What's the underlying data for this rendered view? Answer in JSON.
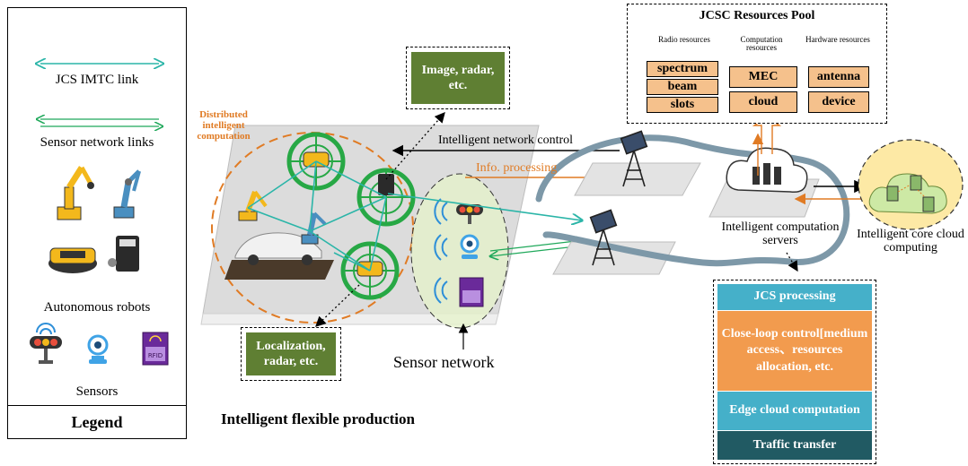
{
  "legend": {
    "jcs_link": "JCS IMTC link",
    "sensor_links": "Sensor network links",
    "autonomous_robots": "Autonomous robots",
    "sensors": "Sensors",
    "title": "Legend",
    "colors": {
      "jcs_link": "#2bb5a8",
      "sensor_link": "#1fa85a"
    }
  },
  "production": {
    "distributed_label": "Distributed intelligent computation",
    "image_box": "Image, radar, etc.",
    "localization_box": "Localization, radar, etc.",
    "sensor_network": "Sensor network",
    "caption": "Intelligent flexible production",
    "rfid": "RFID"
  },
  "network": {
    "control": "Intelligent network control",
    "info": "Info. processing",
    "servers": "Intelligent computation servers",
    "cloud": "Intelligent core cloud computing"
  },
  "pool": {
    "title": "JCSC Resources Pool",
    "radio": {
      "header": "Radio resources",
      "items": [
        "spectrum",
        "beam",
        "slots"
      ]
    },
    "computation": {
      "header": "Computation resources",
      "items": [
        "MEC",
        "cloud"
      ]
    },
    "hardware": {
      "header": "Hardware resources",
      "items": [
        "antenna",
        "device"
      ]
    },
    "colors": {
      "cell": "#f5c18c",
      "band": "#5aa0d8"
    }
  },
  "processing": {
    "items": [
      "JCS processing",
      "Close-loop control[medium access、resources allocation, etc.",
      "Edge cloud computation",
      "Traffic transfer"
    ],
    "colors": [
      "#45b0c9",
      "#f29b4e",
      "#45b0c9",
      "#215a63"
    ]
  }
}
